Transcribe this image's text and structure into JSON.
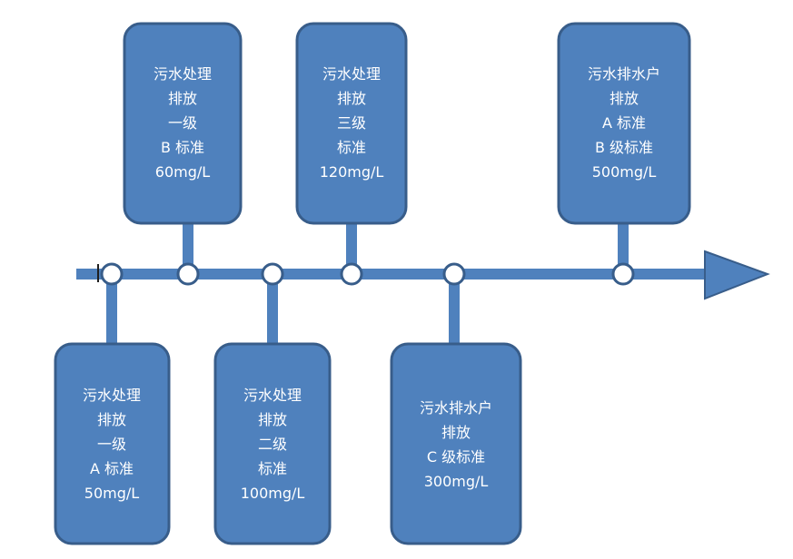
{
  "colors": {
    "box_fill": "#4f81bd",
    "box_stroke": "#385d8a",
    "axis": "#4f81bd",
    "text": "#ffffff",
    "node_fill": "#ffffff"
  },
  "boxes": [
    {
      "id": "top-1",
      "lines": [
        "污水处理",
        "排放",
        "一级",
        "B 标准",
        "60mg/L"
      ]
    },
    {
      "id": "top-2",
      "lines": [
        "污水处理",
        "排放",
        "三级",
        "标准",
        "120mg/L"
      ]
    },
    {
      "id": "top-3",
      "lines": [
        "污水排水户",
        "排放",
        "A 标准",
        "B 级标准",
        "500mg/L"
      ]
    },
    {
      "id": "bottom-1",
      "lines": [
        "污水处理",
        "排放",
        "一级",
        "A 标准",
        "50mg/L"
      ]
    },
    {
      "id": "bottom-2",
      "lines": [
        "污水处理",
        "排放",
        "二级",
        "标准",
        "100mg/L"
      ]
    },
    {
      "id": "bottom-3",
      "lines": [
        "污水排水户",
        "排放",
        "C 级标准",
        "300mg/L"
      ]
    }
  ]
}
